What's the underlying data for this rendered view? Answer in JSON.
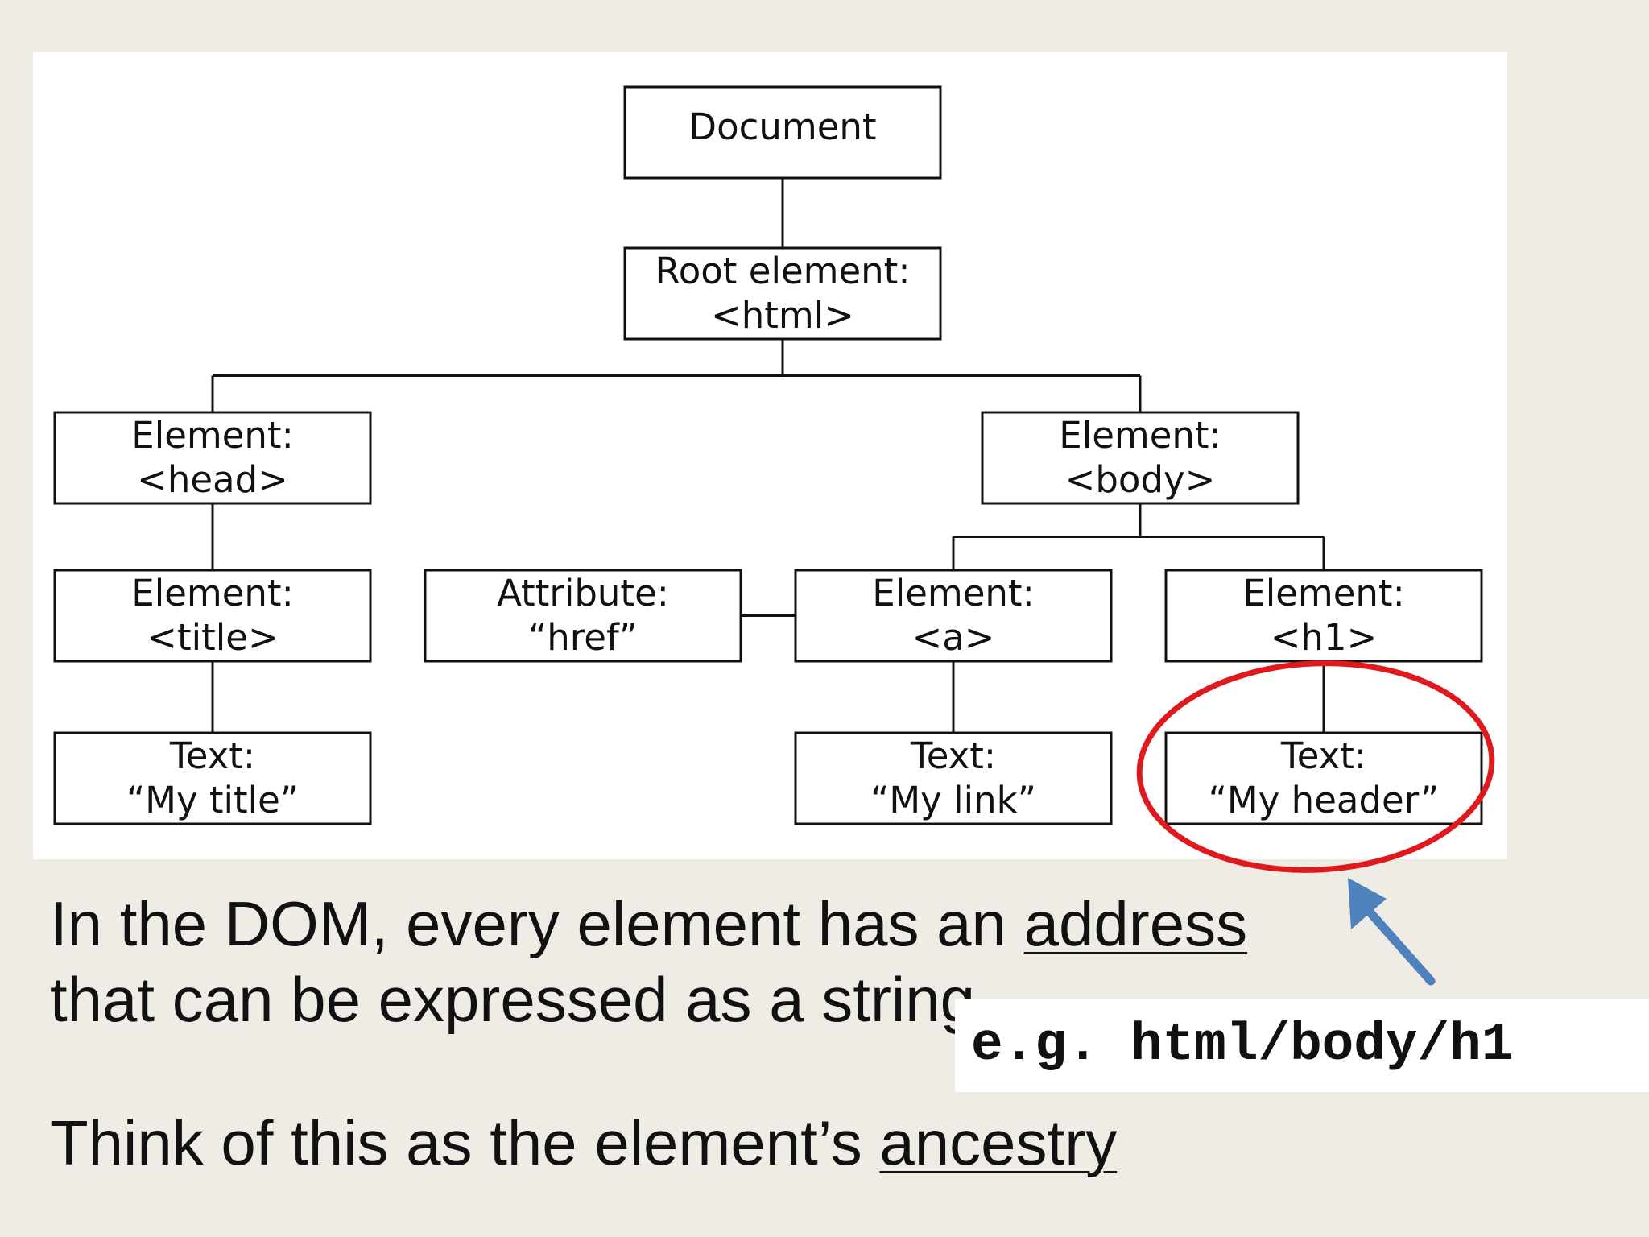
{
  "diagram": {
    "nodes": [
      {
        "id": "document",
        "lines": [
          "Document"
        ]
      },
      {
        "id": "root",
        "lines": [
          "Root element:",
          "<html>"
        ]
      },
      {
        "id": "head",
        "lines": [
          "Element:",
          "<head>"
        ]
      },
      {
        "id": "body",
        "lines": [
          "Element:",
          "<body>"
        ]
      },
      {
        "id": "title",
        "lines": [
          "Element:",
          "<title>"
        ]
      },
      {
        "id": "href",
        "lines": [
          "Attribute:",
          "“href”"
        ]
      },
      {
        "id": "a",
        "lines": [
          "Element:",
          "<a>"
        ]
      },
      {
        "id": "h1",
        "lines": [
          "Element:",
          "<h1>"
        ]
      },
      {
        "id": "text-title",
        "lines": [
          "Text:",
          "“My title”"
        ]
      },
      {
        "id": "text-link",
        "lines": [
          "Text:",
          "“My link”"
        ]
      },
      {
        "id": "text-header",
        "lines": [
          "Text:",
          "“My header”"
        ]
      }
    ],
    "edges": [
      [
        "document",
        "root"
      ],
      [
        "root",
        "head"
      ],
      [
        "root",
        "body"
      ],
      [
        "head",
        "title"
      ],
      [
        "title",
        "text-title"
      ],
      [
        "body",
        "a"
      ],
      [
        "body",
        "h1"
      ],
      [
        "href",
        "a"
      ],
      [
        "a",
        "text-link"
      ],
      [
        "h1",
        "text-header"
      ]
    ],
    "highlight_color": "#e0191f",
    "arrow_color": "#4f81bd"
  },
  "caption": {
    "line1_prefix": "In the DOM, every element has an ",
    "line1_term": "address",
    "line2": "that can be expressed as a string",
    "line3_prefix": "Think of this as the element’s ",
    "line3_term": "ancestry"
  },
  "example": {
    "code": "e.g. html/body/h1"
  }
}
